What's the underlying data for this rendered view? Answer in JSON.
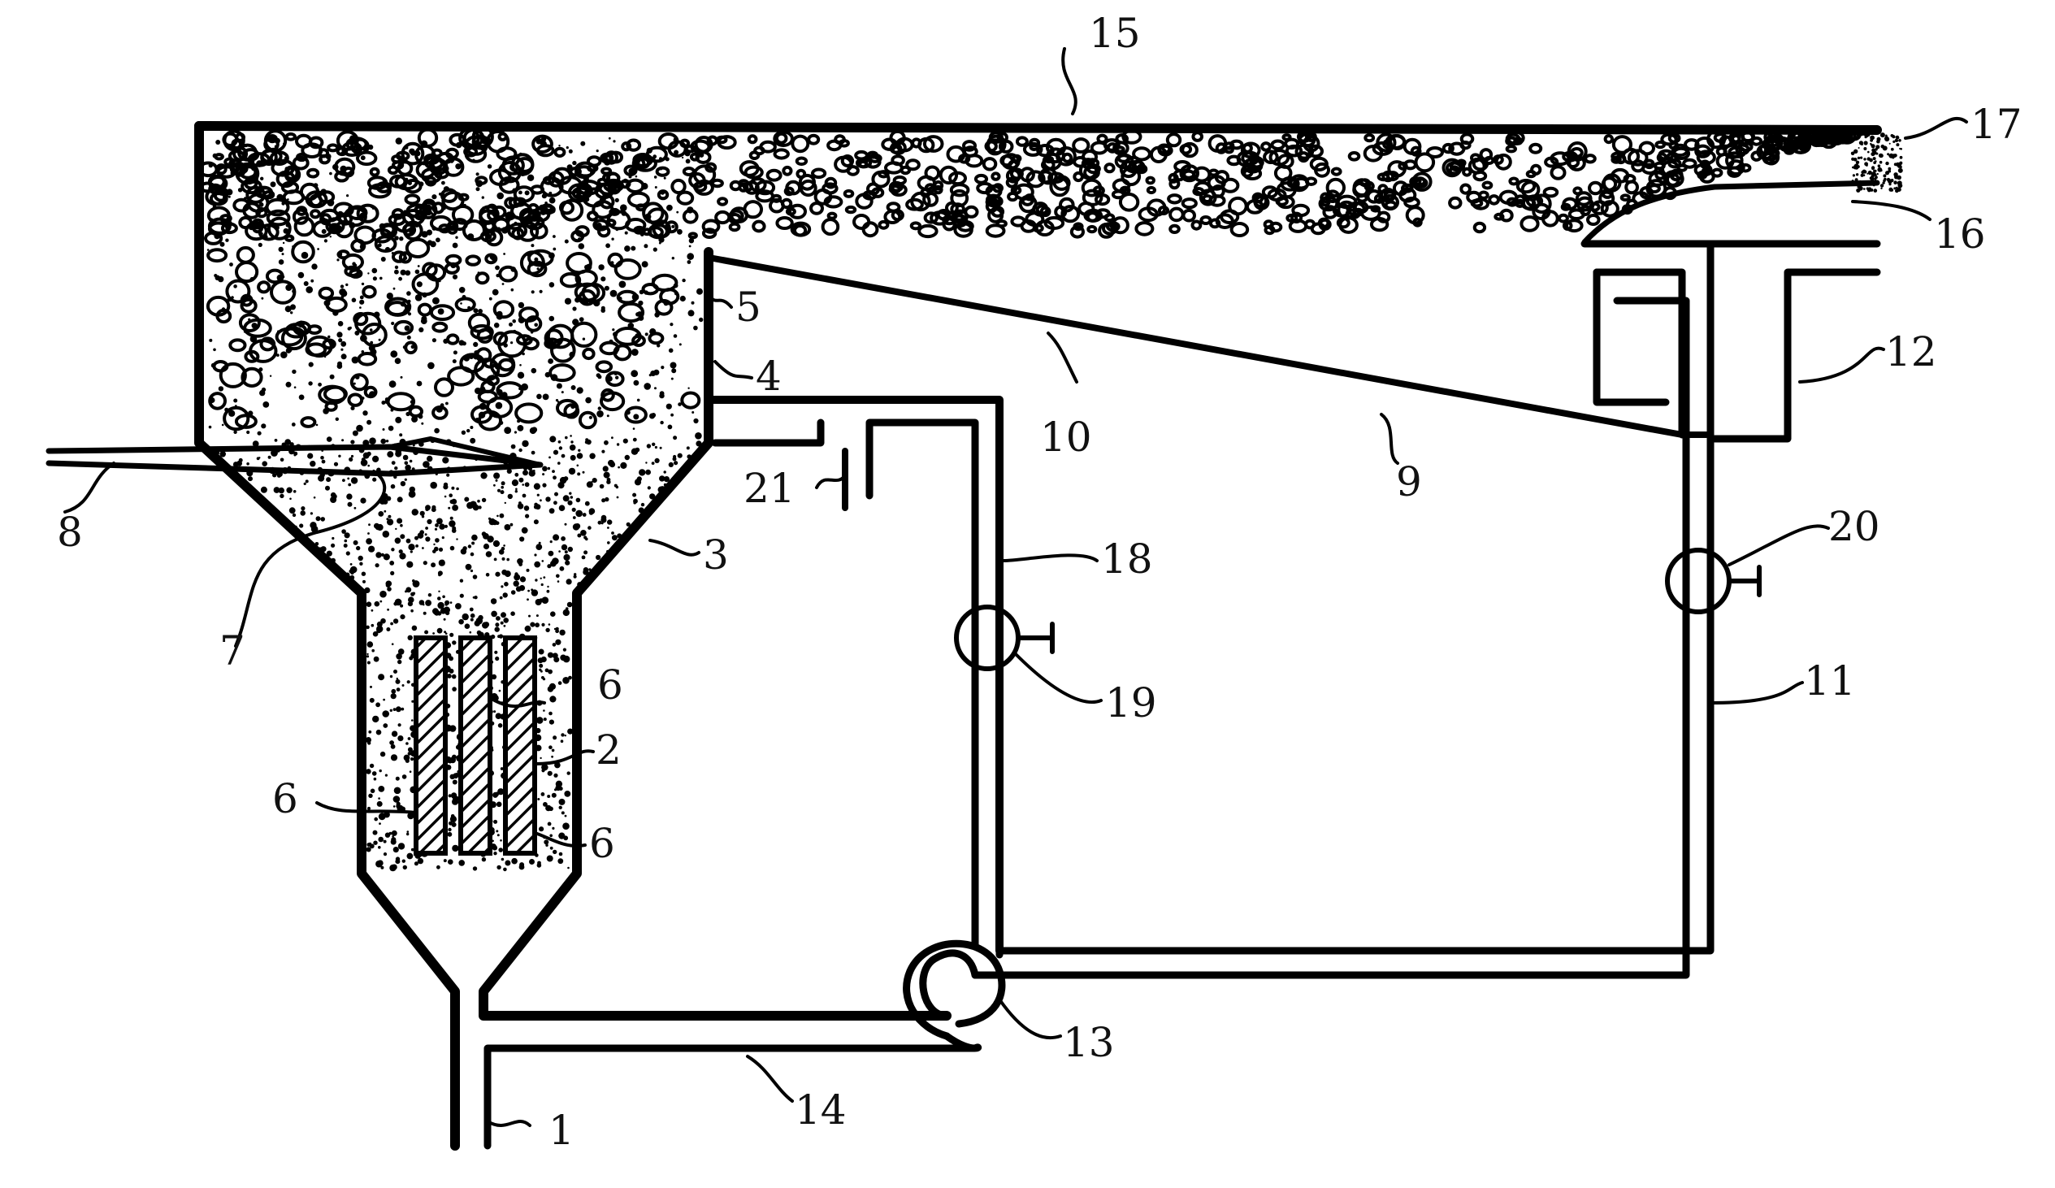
{
  "figure": {
    "labels": {
      "n1": "1",
      "n2": "2",
      "n3": "3",
      "n4": "4",
      "n5": "5",
      "n6a": "6",
      "n6b": "6",
      "n6c": "6",
      "n7": "7",
      "n8": "8",
      "n9": "9",
      "n10": "10",
      "n11": "11",
      "n12": "12",
      "n13": "13",
      "n14": "14",
      "n15": "15",
      "n16": "16",
      "n17": "17",
      "n18": "18",
      "n19": "19",
      "n20": "20",
      "n21": "21"
    }
  }
}
